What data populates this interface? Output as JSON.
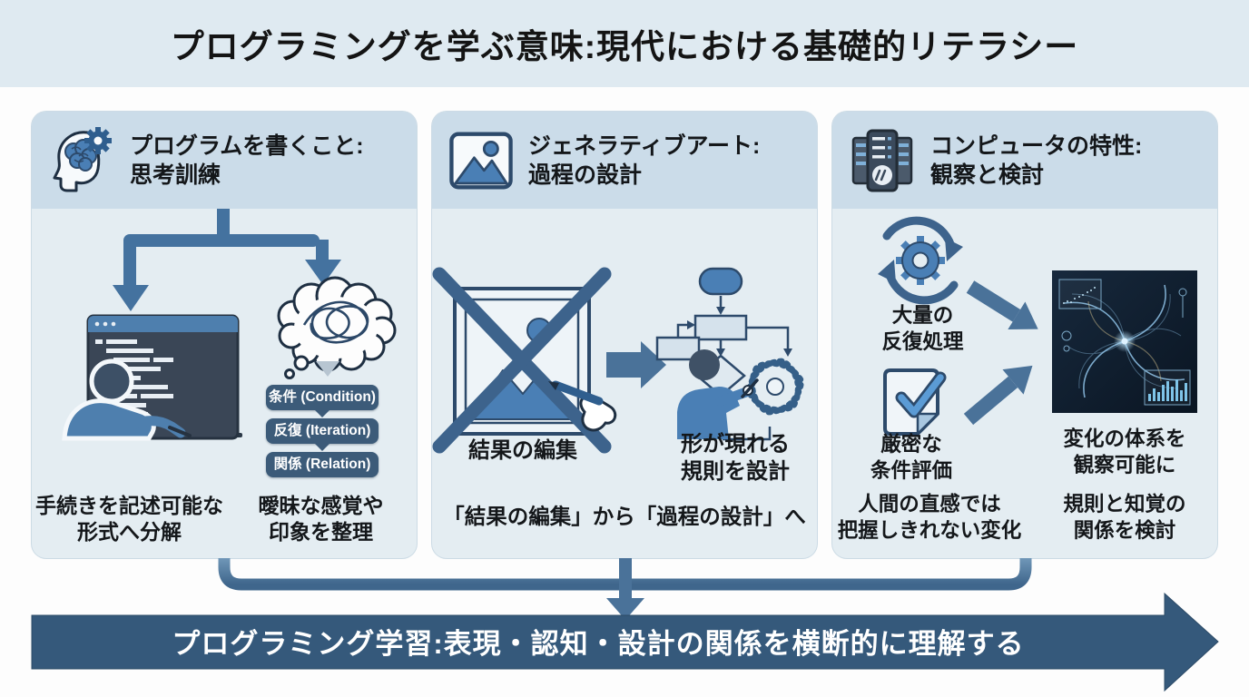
{
  "title": "プログラミングを学ぶ意味:現代における基礎的リテラシー",
  "colors": {
    "accent_arrow": "#44729f",
    "banner_navy": "#35597b",
    "panel_header_bg": "#cbdce9",
    "panel_body_bg": "#e4edf2",
    "title_band_bg": "#dfeaf1",
    "chip_bg": "#3c5b79"
  },
  "panels": {
    "writing": {
      "title": "プログラムを書くこと:\n思考訓練",
      "icon": "brain-gear-icon",
      "concept_boxes": [
        "条件 (Condition)",
        "反復 (Iteration)",
        "関係 (Relation)"
      ],
      "caption_left": "手続きを記述可能な\n形式へ分解",
      "caption_right": "曖昧な感覚や\n印象を整理"
    },
    "generative_art": {
      "title": "ジェネラティブアート:\n過程の設計",
      "icon": "picture-icon",
      "label_left": "結果の編集",
      "label_right": "形が現れる\n規則を設計",
      "caption": "「結果の編集」から「過程の設計」へ"
    },
    "computer": {
      "title": "コンピュータの特性:\n観察と検討",
      "icon": "server-icon",
      "label_iteration": "大量の\n反復処理",
      "label_condition": "厳密な\n条件評価",
      "label_observe": "変化の体系を\n観察可能に",
      "caption_left": "人間の直感では\n把握しきれない変化",
      "caption_right": "規則と知覚の\n関係を検討"
    }
  },
  "banner": {
    "text": "プログラミング学習:表現・認知・設計の関係を横断的に理解する"
  }
}
